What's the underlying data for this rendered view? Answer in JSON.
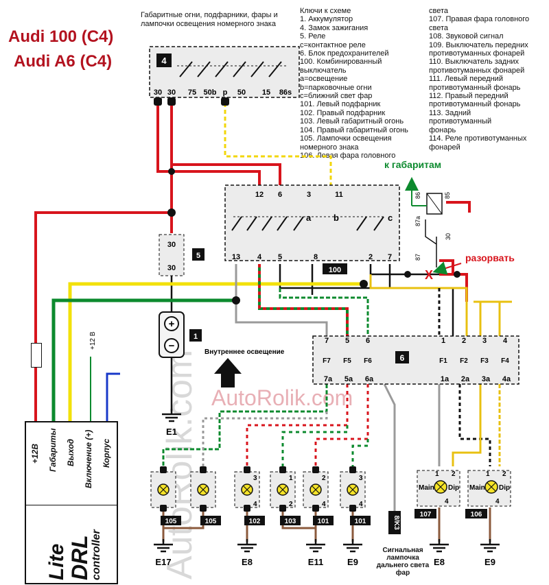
{
  "title_lines": [
    "Audi 100 (C4)",
    "Audi A6 (C4)"
  ],
  "top_caption": "Габаритные огни, подфарники, фары и лампочки освещения номерного знака",
  "legend_left": [
    "Ключи к схеме",
    "1. Аккумулятор",
    "4. Замок зажигания",
    "5. Реле",
    "c=контактное реле",
    "6. Блок предохранителей",
    "100. Комбинированный",
    "выключатель",
    "a=освещение",
    "b=парковочные огни",
    "c=ближний свет фар",
    "101. Левый подфарник",
    "102. Правый подфарник",
    "103. Левый габаритный огонь",
    "104. Правый габаритный огонь",
    "105. Лампочки освещения",
    "номерного знака",
    "106. Левая фара головного"
  ],
  "legend_right": [
    "света",
    "107. Правая фара головного",
    "света",
    "108. Звуковой сигнал",
    "109. Выключатель передних",
    "противотуманных фонарей",
    "110. Выключатель задних",
    "противотуманных фонарей",
    "111. Левый передний",
    "противотуманный фонарь",
    "112. Правый передний",
    "противотуманный фонарь",
    "113. Задний",
    "противотуманный",
    "фонарь",
    "114. Реле противотуманных",
    "фонарей"
  ],
  "ignition_switch": {
    "id": "4",
    "terminals": [
      "30",
      "30",
      "75",
      "50b",
      "p",
      "50",
      "15",
      "86s"
    ]
  },
  "relay5": {
    "id": "5",
    "terminals": [
      "30",
      "30"
    ]
  },
  "battery": {
    "id": "1",
    "plus": "+",
    "minus": "−"
  },
  "combo_switch": {
    "id": "100",
    "top_terminals": [
      "12",
      "6",
      "3",
      "11"
    ],
    "bottom_terminals": [
      "13",
      "4",
      "5",
      "8",
      "2",
      "7"
    ],
    "section_labels": [
      "a",
      "b",
      "c"
    ]
  },
  "fuse_block": {
    "id": "6",
    "top_terminals": [
      "7",
      "5",
      "6",
      "1",
      "2",
      "3",
      "4"
    ],
    "fuses": [
      "F7",
      "F5",
      "F6",
      "F1",
      "F2",
      "F3",
      "F4"
    ],
    "bottom_terminals": [
      "7a",
      "5a",
      "6a",
      "1a",
      "2a",
      "3a",
      "4a"
    ]
  },
  "drl_relay": {
    "pins": [
      "86",
      "85",
      "87a",
      "87",
      "30"
    ]
  },
  "to_marker_lights": "к габаритам",
  "break_label": "разорвать",
  "break_mark": "X",
  "interior_light": "Внутреннее освещение",
  "high_beam_indicator": "Сигнальная лампочка дальнего света фар",
  "vertical_wire_label": "8/K3",
  "plus12v": "+12 В",
  "drl_controller": {
    "pins": [
      "+12В",
      "Габариты",
      "Выход",
      "Включение (+)",
      "Корпус"
    ],
    "name_lines": [
      "Lite",
      "DRL",
      "controller"
    ]
  },
  "lamps": [
    {
      "tag": "105",
      "pins": [
        "",
        ""
      ]
    },
    {
      "tag": "105",
      "pins": [
        "",
        ""
      ]
    },
    {
      "tag": "102",
      "pins": [
        "3",
        "4"
      ]
    },
    {
      "tag": "103",
      "pins": [
        "1",
        "2"
      ]
    },
    {
      "tag": "101",
      "pins": [
        "2",
        "4"
      ]
    },
    {
      "tag": "101",
      "pins": [
        "3",
        "4"
      ]
    }
  ],
  "headlights": [
    {
      "tag": "107",
      "pins": [
        "1",
        "2",
        "4"
      ],
      "main": "Main",
      "dip": "Dip"
    },
    {
      "tag": "106",
      "pins": [
        "1",
        "2",
        "4"
      ],
      "main": "Main",
      "dip": "Dip"
    }
  ],
  "grounds": [
    "E1",
    "E17",
    "E8",
    "E11",
    "E9",
    "E8",
    "E9"
  ],
  "watermark": "AutoRolik.com",
  "colors": {
    "red": "#d8141c",
    "yellow": "#f2e10a",
    "green": "#0c8a2e",
    "blue": "#1838c8",
    "brown": "#8b5a3c",
    "grey": "#9a9a9a",
    "title": "#b3121f"
  }
}
